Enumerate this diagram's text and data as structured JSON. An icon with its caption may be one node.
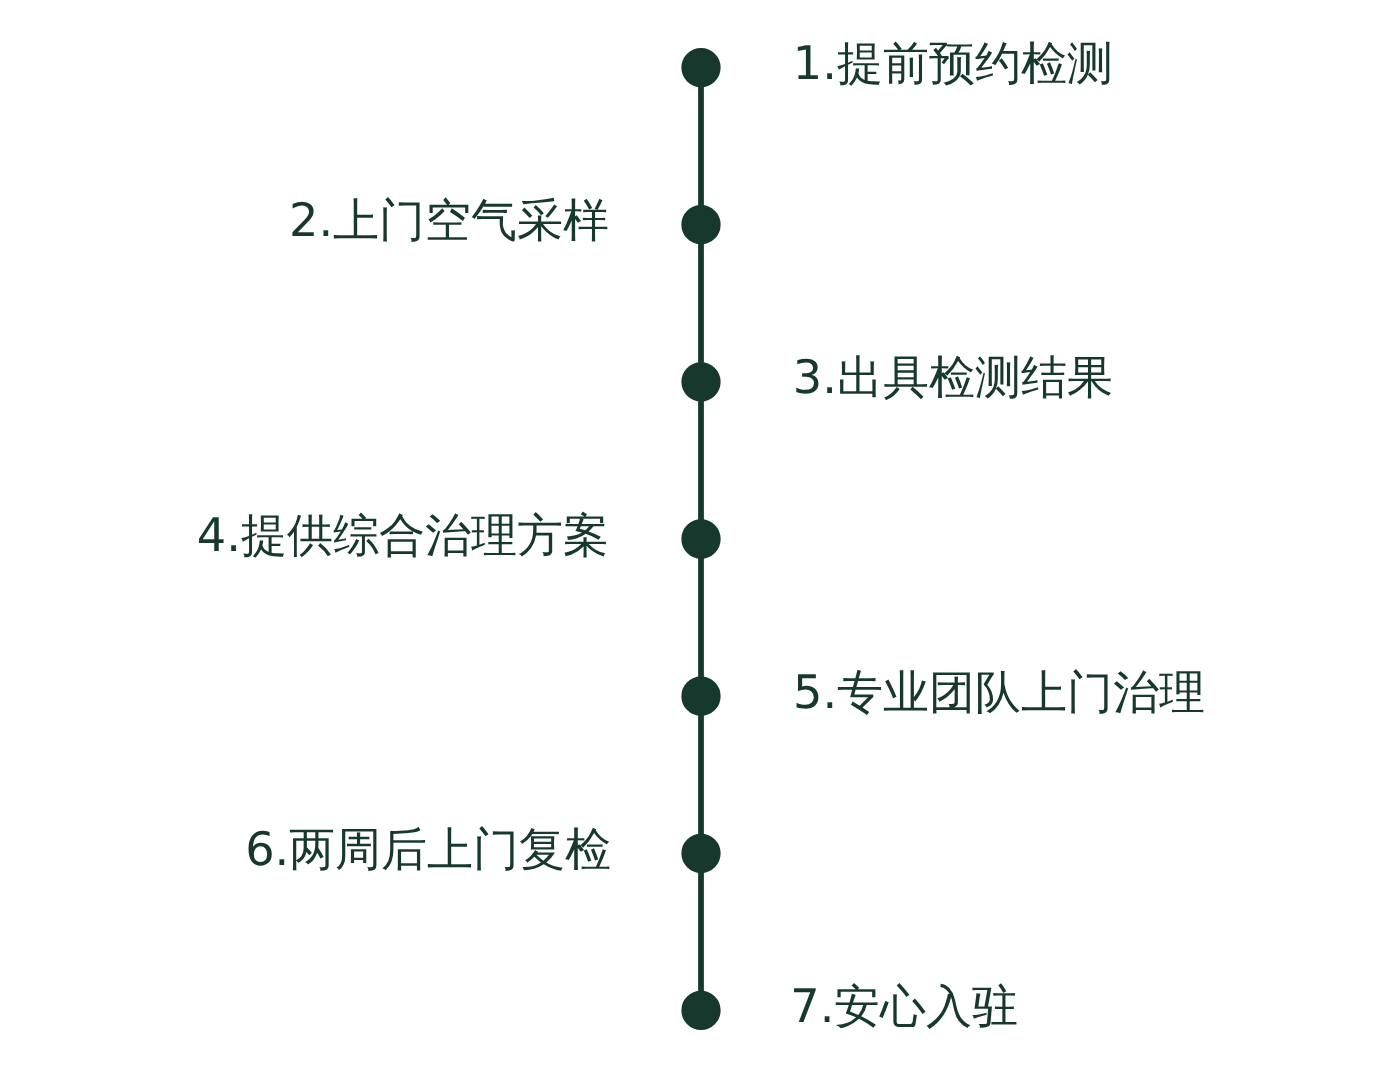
{
  "diagram": {
    "nodes": [
      {
        "text": [],
        "shape": "circle",
        "beside": [
          "1.提前预约检测"
        ]
      },
      {
        "text": [],
        "shape": "circle",
        "beside": [
          "2.上门空气采样"
        ]
      },
      {
        "text": [],
        "shape": "circle",
        "beside": [
          "3.出具检测结果"
        ]
      },
      {
        "text": [],
        "shape": "circle",
        "beside": [
          "4.提供综合治理方案"
        ]
      },
      {
        "text": [],
        "shape": "circle",
        "beside": [
          "5.专业团队上门治理"
        ]
      },
      {
        "text": [],
        "shape": "circle",
        "beside": [
          "6.两周后上门复检"
        ]
      },
      {
        "text": [],
        "shape": "circle",
        "beside": [
          "7.安心入驻"
        ]
      }
    ],
    "edges": [
      {
        "from": 0,
        "to": 1,
        "arrow": "none"
      },
      {
        "from": 1,
        "to": 2,
        "arrow": "none"
      },
      {
        "from": 2,
        "to": 3,
        "arrow": "none"
      },
      {
        "from": 3,
        "to": 4,
        "arrow": "none"
      },
      {
        "from": 4,
        "to": 5,
        "arrow": "none"
      },
      {
        "from": 5,
        "to": 6,
        "arrow": "none"
      }
    ]
  }
}
